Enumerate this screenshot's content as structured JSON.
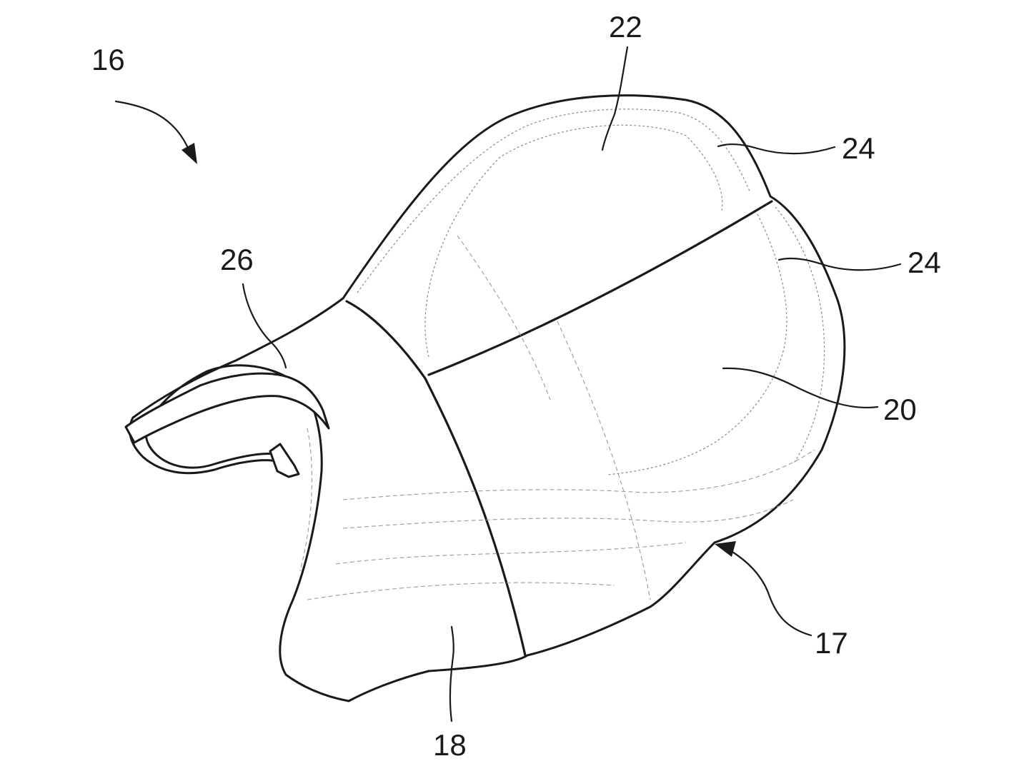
{
  "figure": {
    "references": {
      "r16": "16",
      "r17": "17",
      "r18": "18",
      "r20": "20",
      "r22": "22",
      "r24a": "24",
      "r24b": "24",
      "r26": "26"
    }
  }
}
